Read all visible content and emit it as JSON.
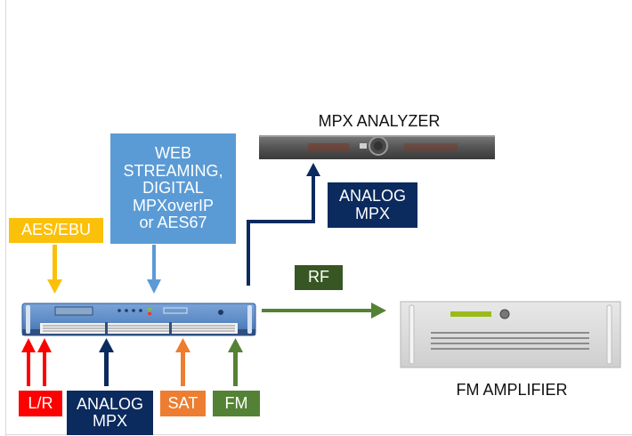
{
  "colors": {
    "navy": "#0b2a5e",
    "aes_yellow": "#fbc00a",
    "web_blue": "#5b9bd5",
    "rf_green": "#548235",
    "rf_box": "#375623",
    "sat_orange": "#ed7d31",
    "lr_red": "#ff0000",
    "unit_blue": "#5f8dc7"
  },
  "devices": {
    "mpx_analyzer": "MPX ANALYZER",
    "fm_amplifier": "FM AMPLIFIER"
  },
  "inputs": {
    "aes_ebu": "AES/EBU",
    "web_streaming": "WEB\nSTREAMING,\nDIGITAL\nMPXoverIP\nor AES67",
    "lr": "L/R",
    "analog_mpx": "ANALOG\nMPX",
    "sat": "SAT",
    "fm": "FM"
  },
  "outputs": {
    "analog_mpx": "ANALOG\nMPX",
    "rf": "RF"
  }
}
